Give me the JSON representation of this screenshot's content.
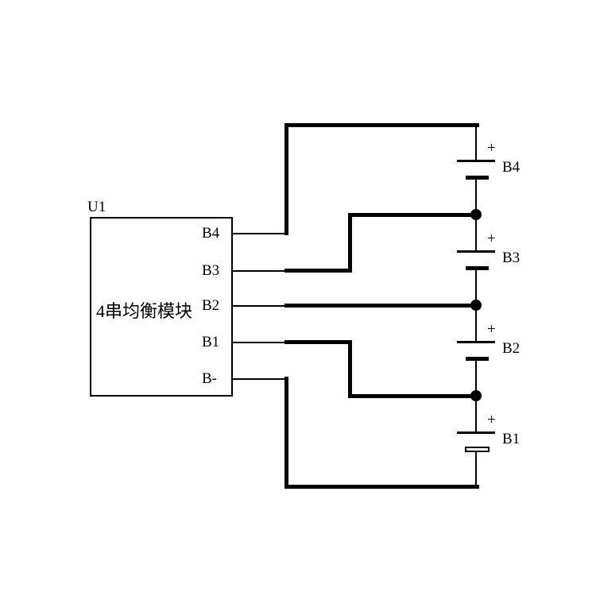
{
  "module": {
    "designator": "U1",
    "name": "4串均衡模块",
    "pins": [
      {
        "label": "B4"
      },
      {
        "label": "B3"
      },
      {
        "label": "B2"
      },
      {
        "label": "B1"
      },
      {
        "label": "B-"
      }
    ]
  },
  "batteries": [
    {
      "label": "B4",
      "polarity": "+"
    },
    {
      "label": "B3",
      "polarity": "+"
    },
    {
      "label": "B2",
      "polarity": "+"
    },
    {
      "label": "B1",
      "polarity": "+"
    }
  ],
  "colors": {
    "wire": "#000000",
    "background": "#ffffff"
  }
}
